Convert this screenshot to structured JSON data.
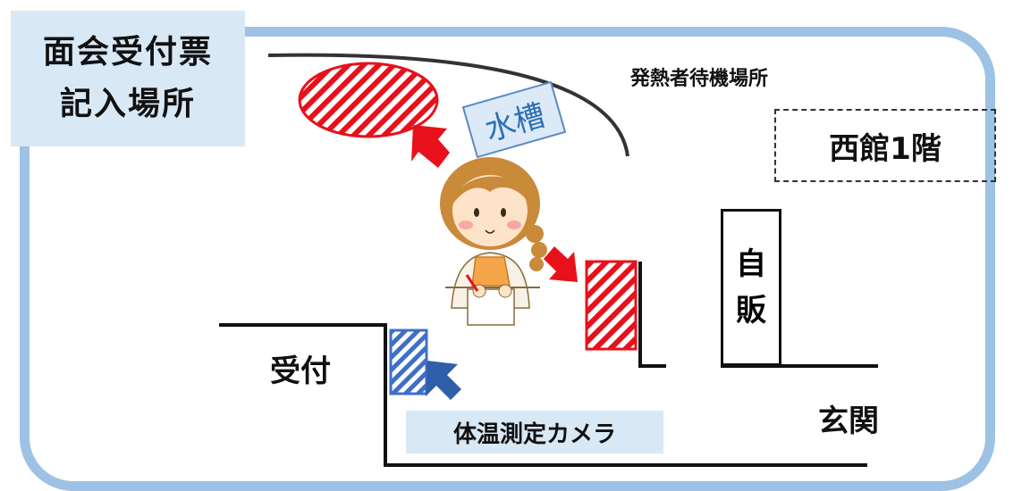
{
  "title": {
    "line1": "面会受付票",
    "line2": "記入場所"
  },
  "fever_waiting_area": "発熱者待機場所",
  "floor_label": "西館1階",
  "water_tank": "水槽",
  "vending_machine": {
    "char1": "自",
    "char2": "販"
  },
  "reception": "受付",
  "entrance": "玄関",
  "camera_label": "体温測定カメラ",
  "colors": {
    "frame": "#9dc2e5",
    "label_bg": "#d9e8f5",
    "red_hatch": "#e8111b",
    "blue_hatch": "#3f6fc6"
  }
}
